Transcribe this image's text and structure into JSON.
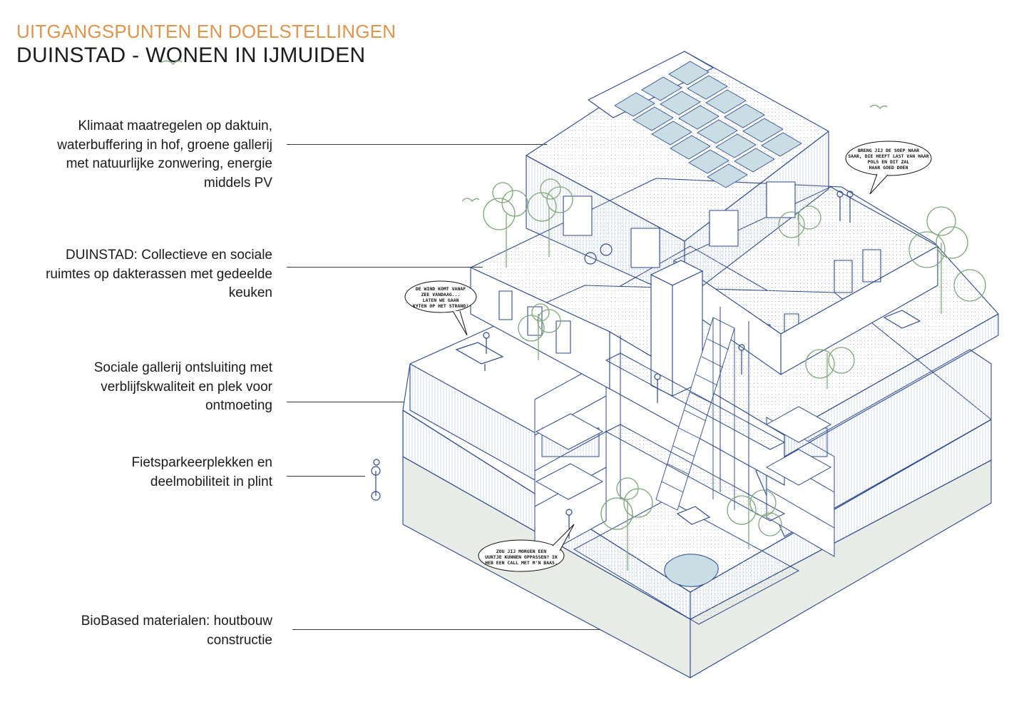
{
  "header": {
    "subtitle": "UITGANGSPUNTEN EN DOELSTELLINGEN",
    "title": "DUINSTAD - WONEN IN IJMUIDEN"
  },
  "labels": [
    {
      "id": "climate",
      "lines": [
        "Klimaat maatregelen op daktuin,",
        "waterbuffering in hof, groene gallerij",
        "met natuurlijke zonwering, energie",
        "middels PV"
      ]
    },
    {
      "id": "collective",
      "lines": [
        "DUINSTAD: Collectieve en sociale",
        "ruimtes op dakterassen met gedeelde",
        "keuken"
      ]
    },
    {
      "id": "gallery",
      "lines": [
        "Sociale gallerij ontsluiting met",
        "verblijfskwaliteit en plek voor",
        "ontmoeting"
      ]
    },
    {
      "id": "bikes",
      "lines": [
        "Fietsparkeerplekken en",
        "deelmobiliteit in plint"
      ]
    },
    {
      "id": "biobased",
      "lines": [
        "BioBased materialen: houtbouw",
        "constructie"
      ]
    }
  ],
  "bubbles": [
    {
      "id": "soep",
      "lines": [
        "BRENG JIJ DE SOEP NAAR",
        "SAAR, DIE HEEFT LAST VAN HAAR",
        "POLS EN DIT ZAL",
        "HAAR GOED DOEN"
      ]
    },
    {
      "id": "wind",
      "lines": [
        "DE WIND KOMT VANAF",
        "ZEE VANDAAG...",
        "LATEN WE GAAN",
        "KYTEN OP HET STRAND!"
      ]
    },
    {
      "id": "oppassen",
      "lines": [
        "ZOU JIJ MORGEN EEN",
        "UURTJE KUNNEN OPPASSEN? IK",
        "HEB EEN CALL MET M'N BAAS."
      ]
    }
  ],
  "colors": {
    "accent": "#e0954f",
    "line": "#2b4a8c",
    "plant": "#7fa77a",
    "ground": "#e9ece6",
    "solar": "#c9dde5"
  }
}
